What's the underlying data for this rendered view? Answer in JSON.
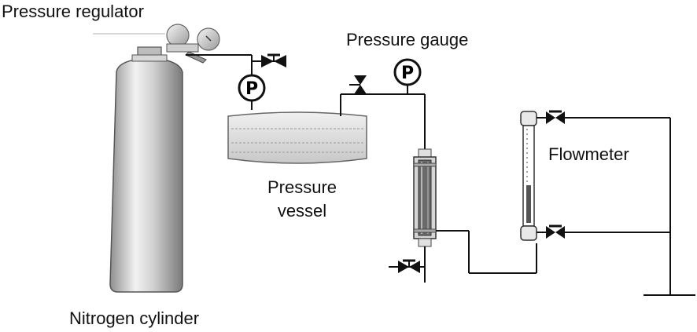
{
  "labels": {
    "pressure_regulator": "Pressure regulator",
    "pressure_gauge": "Pressure gauge",
    "pressure_vessel_line1": "Pressure",
    "pressure_vessel_line2": "vessel",
    "flowmeter": "Flowmeter",
    "nitrogen_cylinder": "Nitrogen cylinder"
  },
  "gauge_symbol": "P",
  "colors": {
    "line": "#111111",
    "cylinder_light": "#eeeeee",
    "cylinder_dark": "#8a8a8a",
    "vessel_fill": "#e6e6e6",
    "background": "#ffffff"
  }
}
